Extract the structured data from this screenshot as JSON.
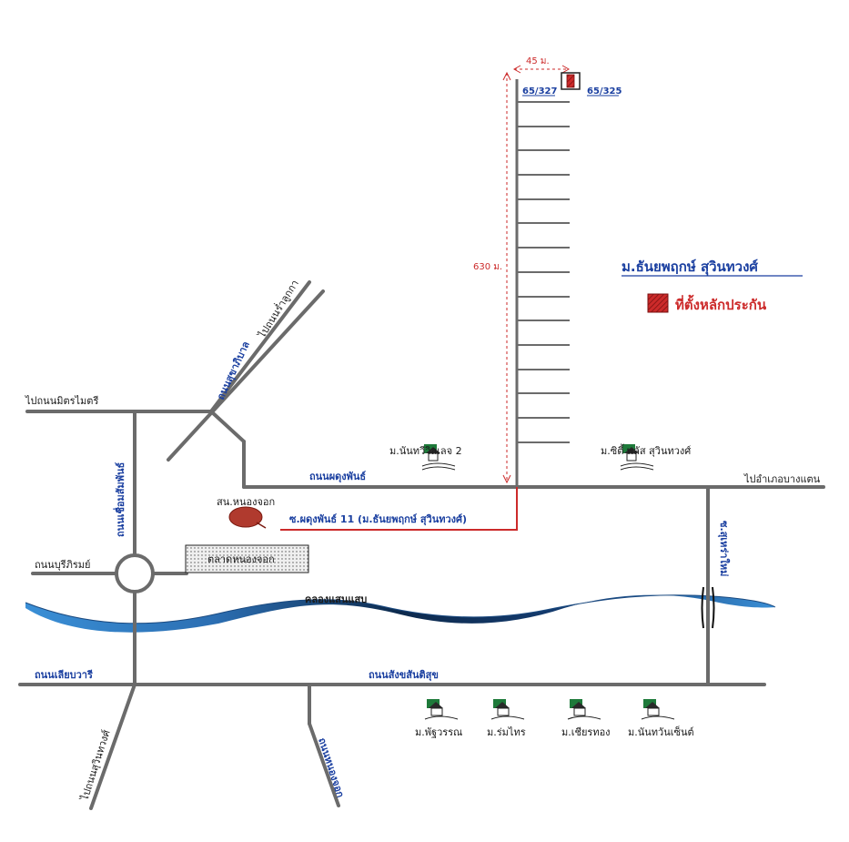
{
  "title": "ม.ธันยพฤกษ์ สุวินทวงศ์",
  "legend_label": "ที่ตั้งหลักประกัน",
  "dimensions": {
    "width_label": "45 ม.",
    "length_label": "630 ม.",
    "plot_left": "65/327",
    "plot_right": "65/325"
  },
  "roads": {
    "mitraimaitri": "ไปถนนมิตรไมตรี",
    "chueamsamphan": "ถนนเชื่อมสัมพันธ์",
    "suwinthawong_dest": "ไปถนนสุวินทวงศ์",
    "rattanakosin": "ไปถนนร่ำลูกกา",
    "sukhapiban": "ถนนสุขาภิบาล",
    "phadungphan": "ถนนผดุงพันธ์",
    "bangkhen": "ไปอำเภอบางแตน",
    "soi11": "ซ.ผดุงพันธ์ 11 (ม.ธันยพฤกษ์ สุวินทวงศ์)",
    "burirom": "ถนนบุรีภิรมย์",
    "liapwari": "ถนนเลียบวารี",
    "sangsanti": "ถนนสังขสันติสุข",
    "soi_mai": "ซ.สุเหร่าใหม่",
    "namdaeng": "ถนนหนองจอก"
  },
  "places": {
    "khlong": "คลองแสนแสบ",
    "market": "ตลาดหนองจอก",
    "police": "สน.หนองจอก",
    "village_nanthawi": "ม.นันทวีวิลเลจ 2",
    "village_city": "ม.ซิตี้ พลัส สุวินทวงศ์",
    "village_phonnara": "ม.พัฐวรรณ",
    "village_rompai": "ม.ร่มไทร",
    "village_chiang": "ม.เชียรทอง",
    "village_rin": "ม.นันทวันเซ็นต์"
  },
  "colors": {
    "road": "#6b6b6b",
    "river": "#2f7fc4",
    "river_dark": "#0d2a4d",
    "red": "#cc2a2a",
    "blue_text": "#1a3fa0"
  }
}
